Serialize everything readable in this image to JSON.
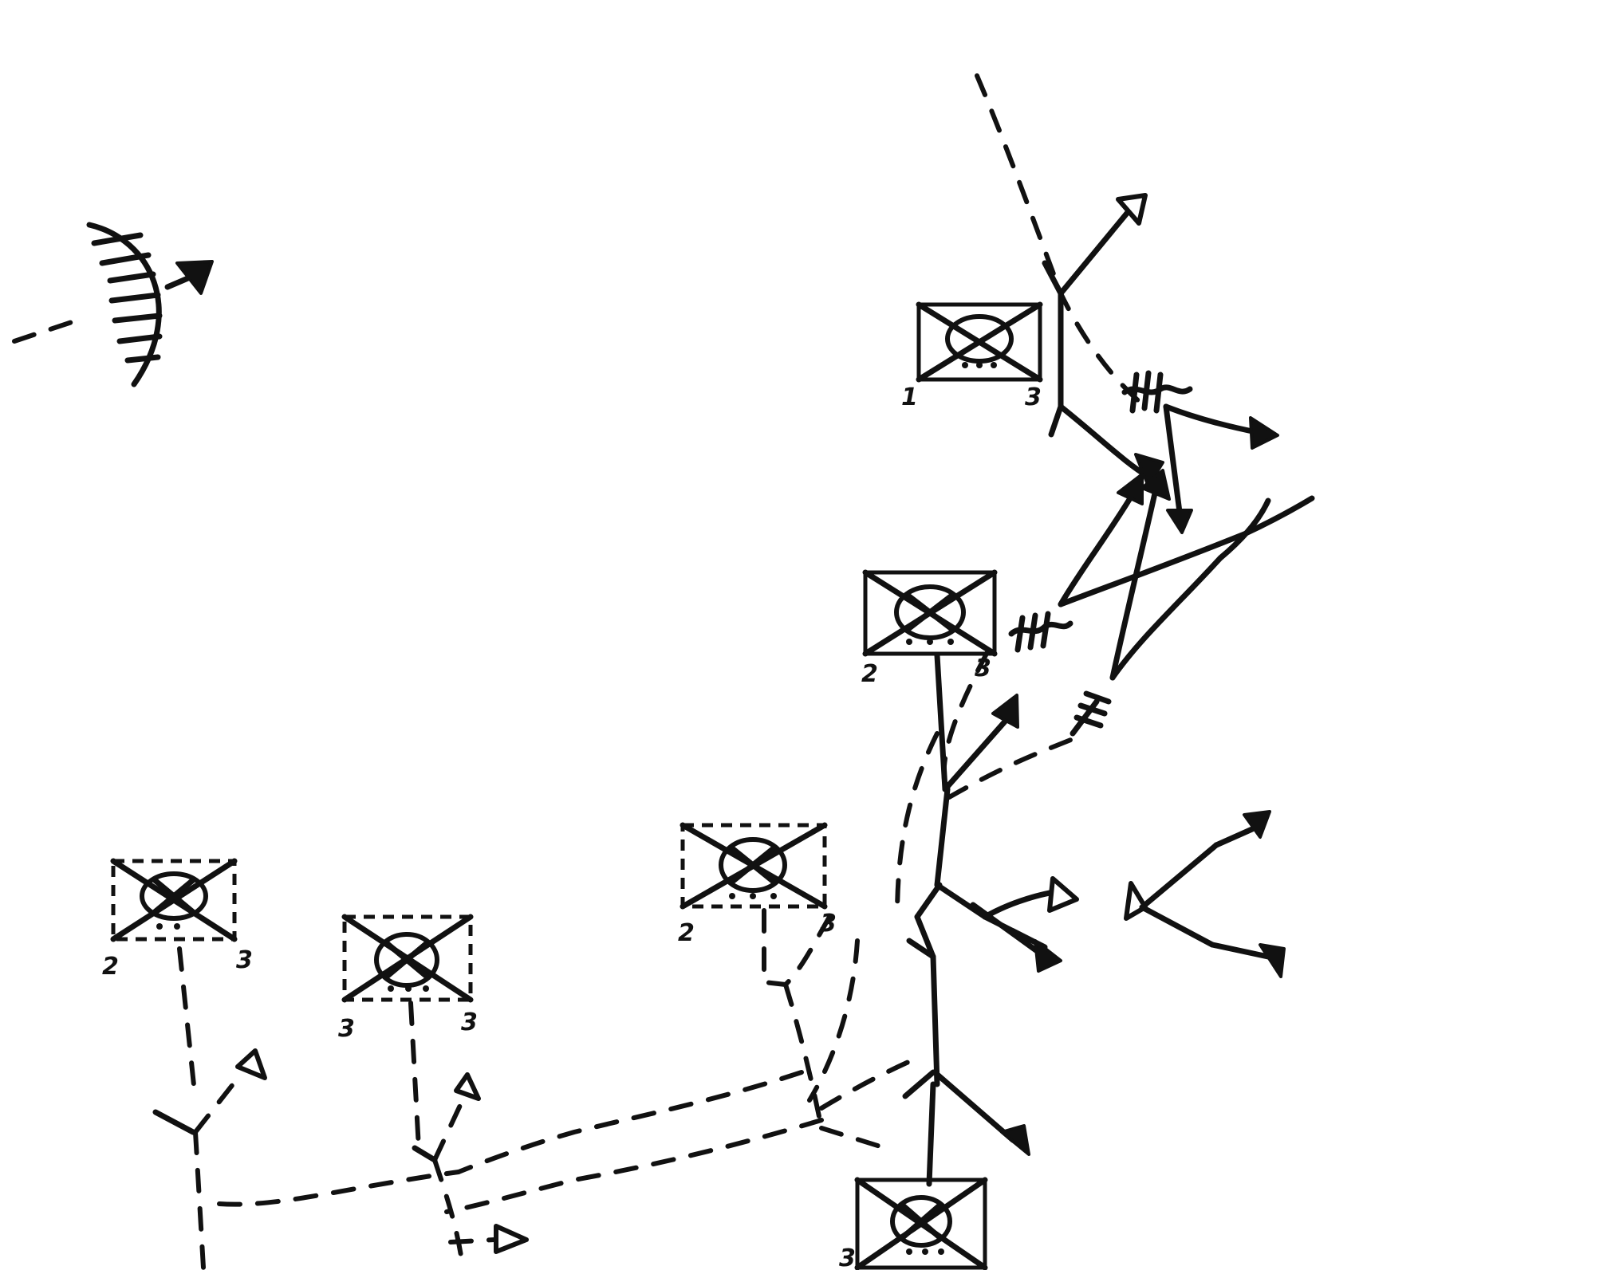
{
  "units": [
    {
      "id": "unit-top",
      "left_label": "1",
      "right_label": "3",
      "frame": "solid"
    },
    {
      "id": "unit-mid",
      "left_label": "2",
      "right_label": "3",
      "frame": "solid"
    },
    {
      "id": "unit-center",
      "left_label": "2",
      "right_label": "3",
      "frame": "dashed"
    },
    {
      "id": "unit-left",
      "left_label": "2",
      "right_label": "3",
      "frame": "dashed"
    },
    {
      "id": "unit-left-2",
      "left_label": "3",
      "right_label": "3",
      "frame": "dashed"
    },
    {
      "id": "unit-bottom",
      "left_label": "3",
      "right_label": "",
      "frame": "solid"
    }
  ],
  "colors": {
    "ink": "#111111",
    "paper": "#ffffff"
  },
  "symbols": [
    "infantry-unit-symbol",
    "crossed-circle-icon",
    "arrowhead-icon",
    "wire-obstacle-icon",
    "shield-arc-icon"
  ]
}
